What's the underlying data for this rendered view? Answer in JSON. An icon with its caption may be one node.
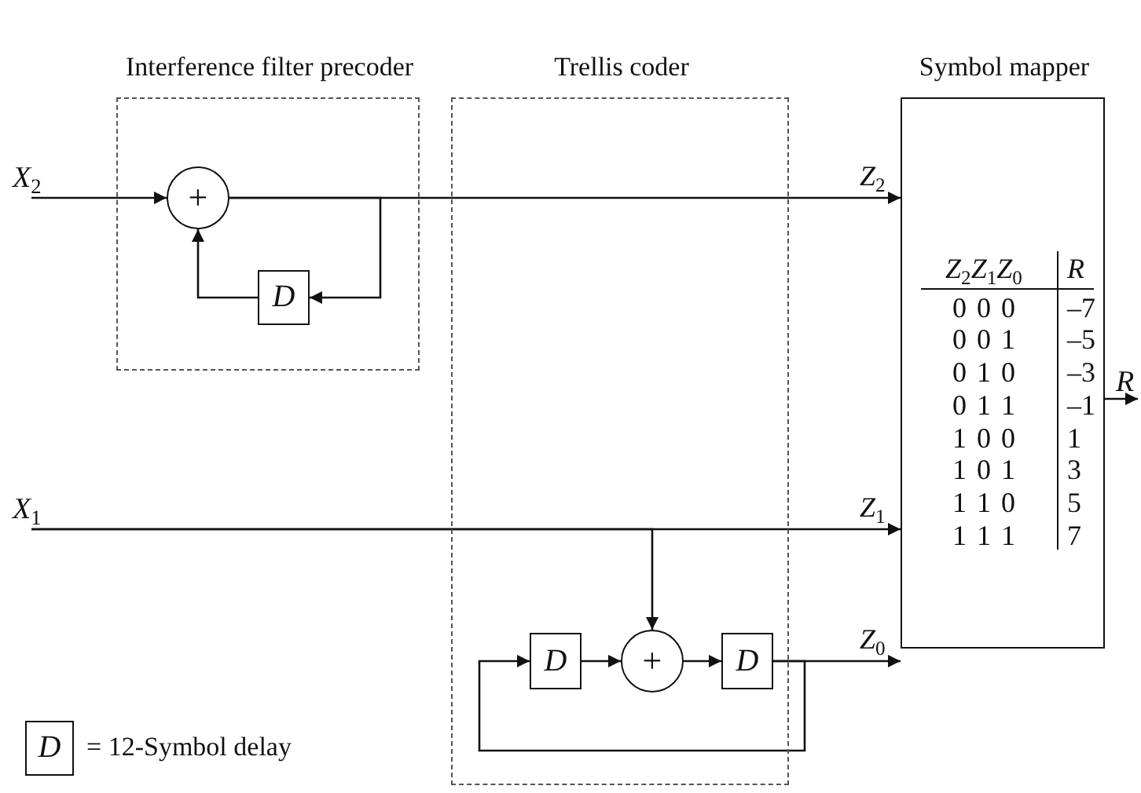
{
  "diagram": {
    "nodes": [
      {
        "text": [
          "Interference filter precoder"
        ]
      },
      {
        "text": [
          "+"
        ],
        "in": 0
      },
      {
        "text": [
          "D"
        ],
        "in": 0
      },
      {
        "text": [
          "Trellis coder"
        ]
      },
      {
        "text": [
          "D"
        ],
        "in": 3
      },
      {
        "text": [
          "+"
        ],
        "in": 3
      },
      {
        "text": [
          "D"
        ],
        "in": 3
      },
      {
        "text": [
          "Symbol mapper"
        ]
      },
      {
        "text": [
          "X$_{2}$"
        ]
      },
      {
        "text": [
          "X$_{1}$"
        ]
      },
      {
        "text": [
          "R"
        ]
      },
      {
        "text": [
          "D"
        ],
        "beside": [
          "= 12-Symbol delay"
        ]
      }
    ],
    "edges": [
      {
        "from": 8,
        "to": 1,
        "arrow": "to"
      },
      {
        "from": 1,
        "to": 7,
        "arrow": "to",
        "label": "Z$_{2}$"
      },
      {
        "from": 1,
        "to": 2,
        "arrow": "to"
      },
      {
        "from": 2,
        "to": 1,
        "arrow": "to"
      },
      {
        "from": 9,
        "to": 7,
        "arrow": "to",
        "label": "Z$_{1}$"
      },
      {
        "from": 9,
        "to": 5,
        "arrow": "to"
      },
      {
        "from": 4,
        "to": 5,
        "arrow": "to"
      },
      {
        "from": 5,
        "to": 6,
        "arrow": "to"
      },
      {
        "from": 6,
        "to": 7,
        "arrow": "to",
        "label": "Z$_{0}$"
      },
      {
        "from": 6,
        "to": 4,
        "arrow": "to"
      },
      {
        "from": 7,
        "to": 10,
        "arrow": "to"
      }
    ],
    "labels": [
      "Z$_{2}$Z$_{1}$Z$_{0}$",
      "R",
      "0 0 0",
      "–7",
      "0 0 1",
      "–5",
      "0 1 0",
      "–3",
      "0 1 1",
      "–1",
      "1 0 0",
      "1",
      "1 0 1",
      "3",
      "1 1 0",
      "5",
      "1 1 1",
      "7"
    ]
  }
}
